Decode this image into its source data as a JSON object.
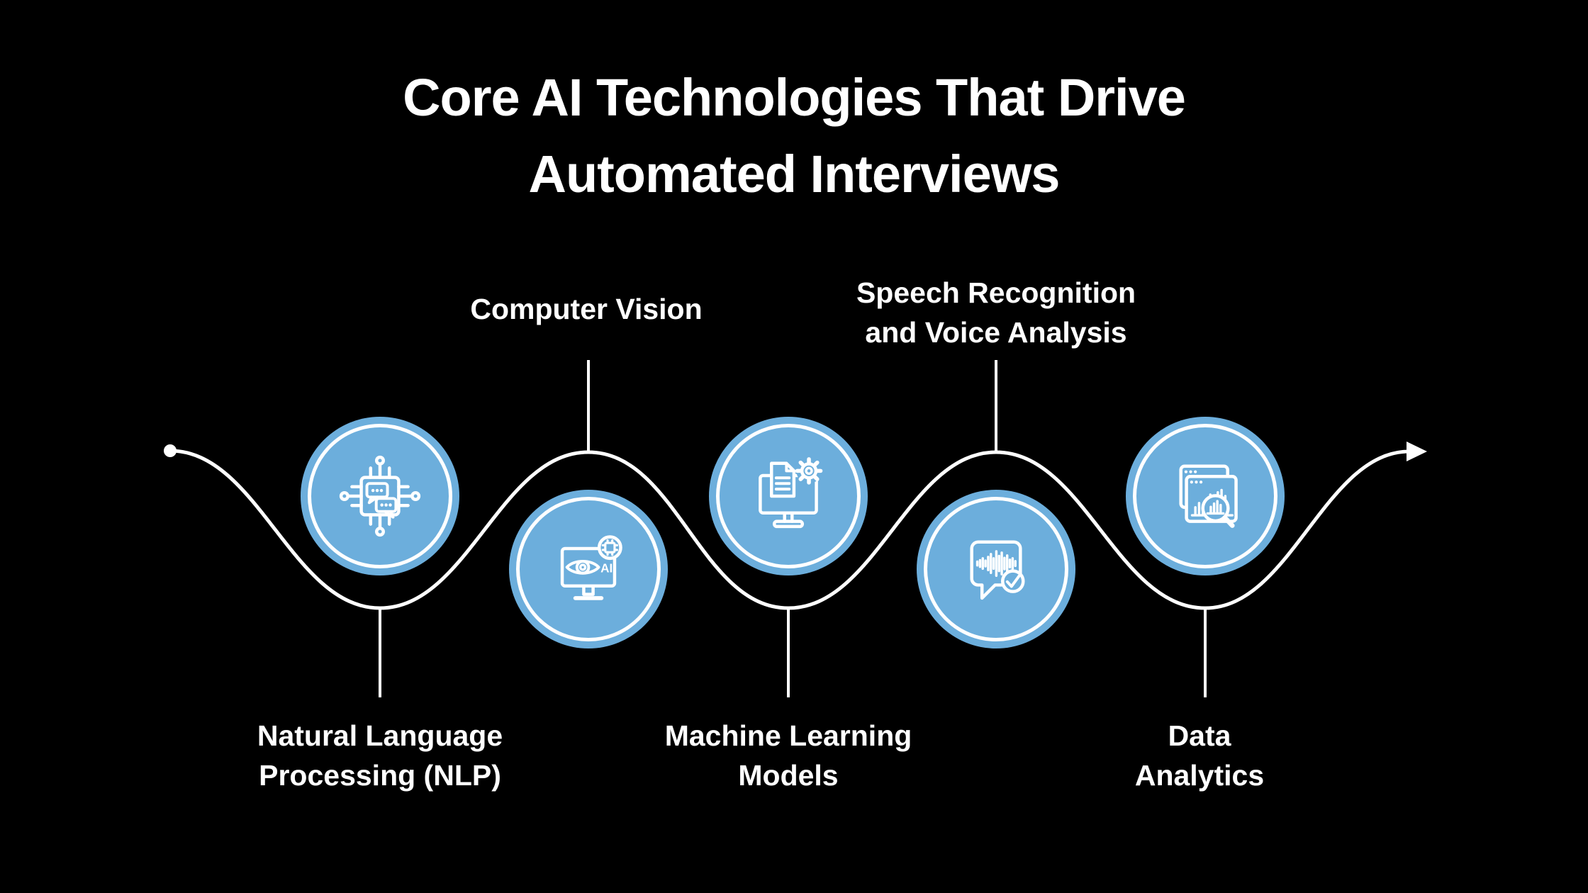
{
  "title": {
    "line1": "Core AI Technologies That Drive",
    "line2": "Automated Interviews"
  },
  "colors": {
    "background": "#000000",
    "circle_fill": "#6CAEDC",
    "line": "#FFFFFF",
    "text": "#FFFFFF"
  },
  "flow": {
    "start_marker": "dot",
    "end_marker": "arrow-right",
    "items": [
      {
        "icon": "nlp-chip-chat-icon",
        "label_lines": [
          "Natural Language",
          "Processing (NLP)"
        ],
        "label_position": "below"
      },
      {
        "icon": "computer-vision-monitor-eye-icon",
        "icon_text": "AI",
        "label_lines": [
          "Computer Vision"
        ],
        "label_position": "above"
      },
      {
        "icon": "machine-learning-monitor-document-gear-icon",
        "label_lines": [
          "Machine Learning",
          "Models"
        ],
        "label_position": "below"
      },
      {
        "icon": "speech-bubble-waveform-check-icon",
        "label_lines": [
          "Speech Recognition",
          "and Voice Analysis"
        ],
        "label_position": "above"
      },
      {
        "icon": "data-analytics-windows-chart-magnifier-icon",
        "label_lines": [
          "Data",
          "Analytics"
        ],
        "label_position": "below"
      }
    ]
  }
}
